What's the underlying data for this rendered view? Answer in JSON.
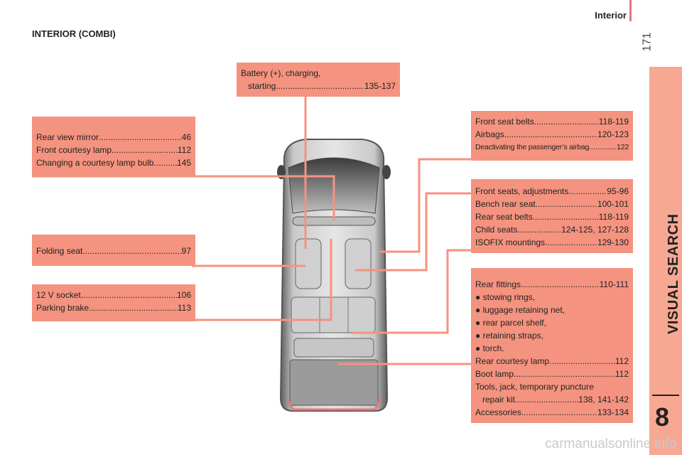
{
  "header": {
    "section_title": "Interior",
    "page_number": "171"
  },
  "page_title": "INTERIOR (COMBI)",
  "side_tab": {
    "label": "VISUAL SEARCH",
    "number": "8"
  },
  "boxes": {
    "battery": [
      {
        "label": "Battery (+), charging,",
        "page": ""
      },
      {
        "label": "starting",
        "page": "135-137",
        "indent": true
      }
    ],
    "mirror": [
      {
        "label": "Rear view mirror",
        "page": "46"
      },
      {
        "label": "Front courtesy lamp",
        "page": "112"
      },
      {
        "label": "Changing a courtesy lamp bulb",
        "page": "145"
      }
    ],
    "folding": [
      {
        "label": "Folding seat",
        "page": "97"
      }
    ],
    "socket": [
      {
        "label": "12 V socket",
        "page": "106"
      },
      {
        "label": "Parking brake",
        "page": "113"
      }
    ],
    "belts": [
      {
        "label": "Front seat belts",
        "page": "118-119"
      },
      {
        "label": "Airbags",
        "page": "120-123"
      },
      {
        "label": "Deactivating the passenger’s airbag",
        "page": "122",
        "small": true
      }
    ],
    "seats": [
      {
        "label": "Front seats, adjustments",
        "page": "95-96"
      },
      {
        "label": "Bench rear seat",
        "page": "100-101"
      },
      {
        "label": "Rear seat belts",
        "page": "118-119"
      },
      {
        "label": "Child seats",
        "page": "124-125, 127-128"
      },
      {
        "label": "ISOFIX mountings",
        "page": "129-130"
      }
    ],
    "rear": [
      {
        "label": "Rear fittings",
        "page": "110-111"
      },
      {
        "label": "● stowing rings,",
        "page": ""
      },
      {
        "label": "● luggage retaining net,",
        "page": ""
      },
      {
        "label": "● rear parcel shelf,",
        "page": ""
      },
      {
        "label": "● retaining straps,",
        "page": ""
      },
      {
        "label": "● torch.",
        "page": ""
      },
      {
        "label": "Rear courtesy lamp",
        "page": "112"
      },
      {
        "label": "Boot lamp",
        "page": "112"
      },
      {
        "label": "Tools, jack, temporary puncture",
        "page": ""
      },
      {
        "label": "repair kit",
        "page": "138, 141-142",
        "indent": true
      },
      {
        "label": "Accessories",
        "page": "133-134"
      }
    ]
  },
  "watermark": "carmanualsonline.info",
  "colors": {
    "box_fill": "#f4937f",
    "leader_line": "#f4937f",
    "tab_fill": "#f7a893",
    "rule": "#e4787a"
  }
}
